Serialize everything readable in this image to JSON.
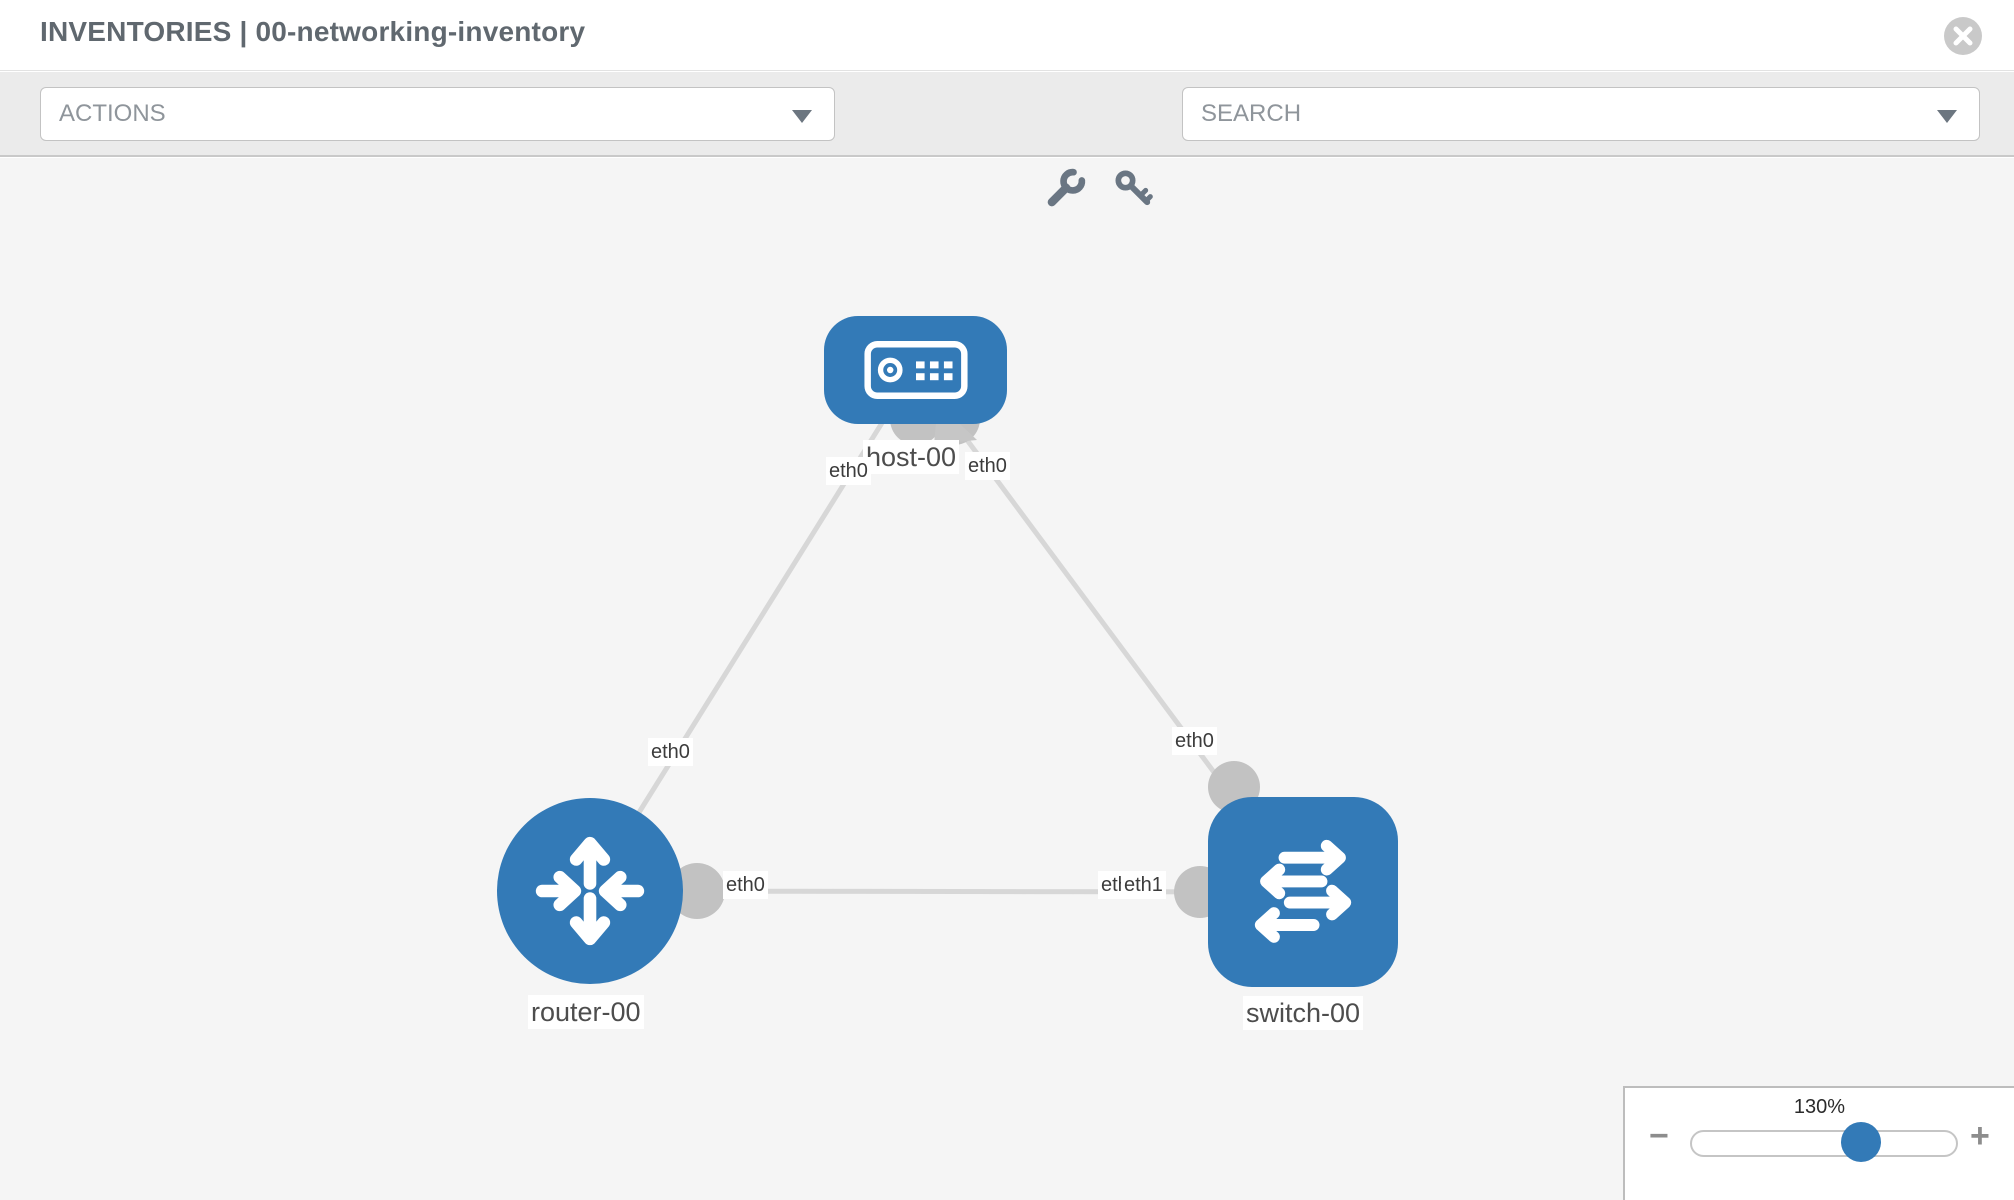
{
  "header": {
    "title": "INVENTORIES | 00-networking-inventory"
  },
  "toolbar": {
    "actions_label": "ACTIONS",
    "search_placeholder": "SEARCH"
  },
  "topology": {
    "nodes": [
      {
        "label": "host-00",
        "type": "host"
      },
      {
        "label": "router-00",
        "type": "router"
      },
      {
        "label": "switch-00",
        "type": "switch"
      }
    ],
    "links": [
      {
        "from": "host-00",
        "to": "router-00"
      },
      {
        "from": "host-00",
        "to": "switch-00"
      },
      {
        "from": "router-00",
        "to": "switch-00"
      }
    ],
    "interfaces": {
      "host_left": "eth0",
      "host_right": "eth0",
      "link_host_router": "eth0",
      "link_host_switch": "eth0",
      "router_right": "eth0",
      "switch_under": "eth0",
      "switch_over": "eth1"
    }
  },
  "zoom_control": {
    "level": "130%",
    "minus_label": "−",
    "plus_label": "+"
  },
  "colors": {
    "node_blue": "#337ab7",
    "link_gray": "#d7d7d7",
    "port_gray": "#c2c2c2",
    "canvas_bg": "#f5f5f5",
    "toolbar_bg": "#ebebeb"
  }
}
